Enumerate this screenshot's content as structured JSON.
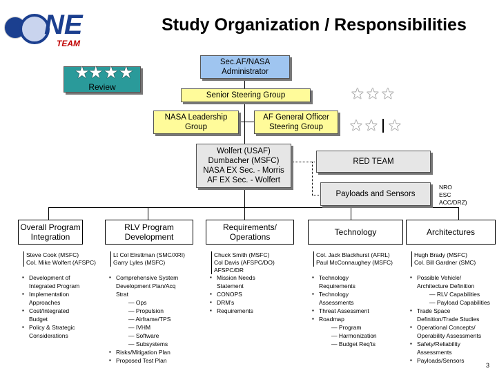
{
  "header": {
    "title": "Study Organization / Responsibilities",
    "logo_text": "NE",
    "logo_sub": "TEAM",
    "page_number": "3"
  },
  "top_box": {
    "line1": "Sec.AF/NASA",
    "line2": "Administrator"
  },
  "review": {
    "label": "Review"
  },
  "steering": {
    "label": "Senior Steering Group"
  },
  "nasa_leadership": {
    "line1": "NASA Leadership",
    "line2": "Group"
  },
  "af_officer": {
    "line1": "AF General Officer",
    "line2": "Steering Group"
  },
  "lead_box": {
    "line1": "Wolfert (USAF)",
    "line2": "Dumbacher (MSFC)",
    "line3": "NASA EX Sec. - Morris",
    "line4": "AF EX Sec. - Wolfert"
  },
  "red_team": {
    "label": "RED TEAM"
  },
  "payloads": {
    "label": "Payloads and Sensors"
  },
  "nro_note": {
    "line1": "NRO",
    "line2": "ESC",
    "line3": "ACC/DRZ)"
  },
  "columns": [
    {
      "head1": "Overall Program",
      "head2": "Integration",
      "names": [
        "Steve Cook (MSFC)",
        "Col. Mike Wolfert (AFSPC)"
      ],
      "items": [
        {
          "t": "Development of",
          "b": true
        },
        {
          "t": "Integrated Program",
          "b": false
        },
        {
          "t": "Implementation",
          "b": true
        },
        {
          "t": "Approaches",
          "b": false
        },
        {
          "t": "Cost/Integrated",
          "b": true
        },
        {
          "t": "Budget",
          "b": false
        },
        {
          "t": "Policy & Strategic",
          "b": true
        },
        {
          "t": "Considerations",
          "b": false
        }
      ]
    },
    {
      "head1": "RLV Program",
      "head2": "Development",
      "names": [
        "Lt Col Elrsttman (SMC/XRI)",
        "Garry Lyles (MSFC)"
      ],
      "items": [
        {
          "t": "Comprehensive System",
          "b": true
        },
        {
          "t": "Development Plan/Acq",
          "b": false
        },
        {
          "t": "Strat",
          "b": false
        },
        {
          "t": "— Ops",
          "s": true
        },
        {
          "t": "— Propulsion",
          "s": true
        },
        {
          "t": "— Airframe/TPS",
          "s": true
        },
        {
          "t": "— IVHM",
          "s": true
        },
        {
          "t": "— Software",
          "s": true
        },
        {
          "t": "— Subsystems",
          "s": true
        },
        {
          "t": "Risks/Mitigation Plan",
          "b": true
        },
        {
          "t": "Proposed Test Plan",
          "b": true
        }
      ]
    },
    {
      "head1": "Requirements/",
      "head2": "Operations",
      "names": [
        "Chuck Smith (MSFC)",
        "Col Davis (AFSPC/DO)",
        "AFSPC/DR"
      ],
      "items": [
        {
          "t": "Mission Needs",
          "b": true
        },
        {
          "t": "Statement",
          "b": false
        },
        {
          "t": "CONOPS",
          "b": true
        },
        {
          "t": "DRM's",
          "b": true
        },
        {
          "t": "Requirements",
          "b": true
        }
      ]
    },
    {
      "head1": "Technology",
      "head2": "",
      "names": [
        "Col. Jack Blackhurst (AFRL)",
        "Paul McConnaughey (MSFC)"
      ],
      "items": [
        {
          "t": "Technology",
          "b": true
        },
        {
          "t": "Requirements",
          "b": false
        },
        {
          "t": "Technology",
          "b": true
        },
        {
          "t": "Assessments",
          "b": false
        },
        {
          "t": "Threat Assessment",
          "b": true
        },
        {
          "t": "Roadmap",
          "b": true
        },
        {
          "t": "— Program",
          "s": true
        },
        {
          "t": "— Harmonization",
          "s": true
        },
        {
          "t": "— Budget Req'ts",
          "s": true
        }
      ]
    },
    {
      "head1": "Architectures",
      "head2": "",
      "names": [
        "Hugh Brady (MSFC)",
        "Col. Bill Gardner (SMC)"
      ],
      "items": [
        {
          "t": "Possible Vehicle/",
          "b": true
        },
        {
          "t": "Architecture Definition",
          "b": false
        },
        {
          "t": "— RLV Capabilities",
          "s": true
        },
        {
          "t": "— Payload Capabilities",
          "s": true
        },
        {
          "t": "Trade Space",
          "b": true
        },
        {
          "t": "Definition/Trade Studies",
          "b": false
        },
        {
          "t": "Operational Concepts/",
          "b": true
        },
        {
          "t": "Operability Assessments",
          "b": false
        },
        {
          "t": "Safety/Reliability",
          "b": true
        },
        {
          "t": "Assessments",
          "b": false
        },
        {
          "t": "Payloads/Sensors",
          "b": true
        }
      ]
    }
  ]
}
